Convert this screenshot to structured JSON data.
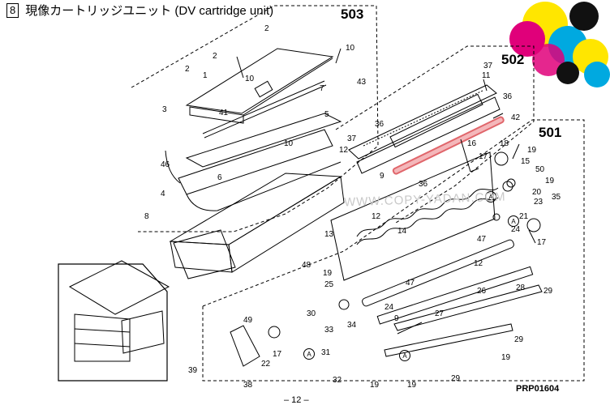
{
  "header": {
    "section_number": "8",
    "title": "現像カートリッジユニット (DV cartridge unit)"
  },
  "groups": [
    "503",
    "502",
    "501"
  ],
  "callouts": {
    "g503": [
      "2",
      "2",
      "2",
      "1",
      "10",
      "10",
      "3",
      "41",
      "7",
      "5",
      "43",
      "46",
      "10",
      "6",
      "4",
      "8"
    ],
    "g502": [
      "37",
      "11",
      "36",
      "42",
      "36",
      "37",
      "12",
      "9",
      "16",
      "36"
    ],
    "g501": [
      "17",
      "18",
      "19",
      "15",
      "50",
      "19",
      "20",
      "23",
      "35",
      "21",
      "17",
      "12",
      "14",
      "13",
      "24",
      "47",
      "12",
      "48",
      "19",
      "25",
      "47",
      "26",
      "28",
      "29",
      "24",
      "9",
      "30",
      "33",
      "34",
      "49",
      "22",
      "17",
      "27",
      "29",
      "19",
      "31",
      "39",
      "38",
      "32",
      "19",
      "19",
      "29",
      "A",
      "A",
      "A",
      "A"
    ]
  },
  "watermark": "WWW.COPY-YADAN.COM",
  "doc_code": "PRP01604",
  "page_number": "– 12 –",
  "colors": {
    "highlight": "#e0666b",
    "cyan": "#00a9e0",
    "magenta": "#e0007a",
    "yellow": "#ffe600",
    "black": "#111111"
  }
}
